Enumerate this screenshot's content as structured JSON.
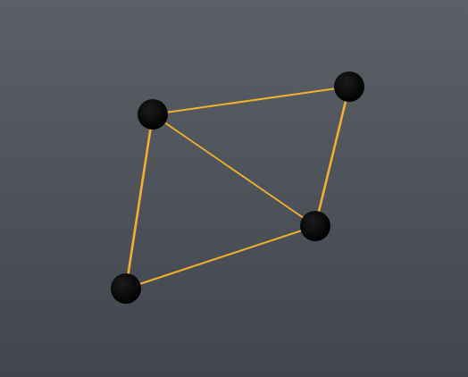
{
  "colors": {
    "background_top": "#5b6067",
    "background_bottom": "#41464e",
    "edge": "#f2b02d",
    "node": "#000000"
  },
  "graph": {
    "nodes": [
      {
        "id": "node-1"
      },
      {
        "id": "node-2"
      },
      {
        "id": "node-3"
      },
      {
        "id": "node-4"
      }
    ],
    "edges": [
      {
        "from": "node-1",
        "to": "node-2"
      },
      {
        "from": "node-1",
        "to": "node-3"
      },
      {
        "from": "node-1",
        "to": "node-4"
      },
      {
        "from": "node-2",
        "to": "node-3"
      },
      {
        "from": "node-3",
        "to": "node-4"
      }
    ]
  }
}
